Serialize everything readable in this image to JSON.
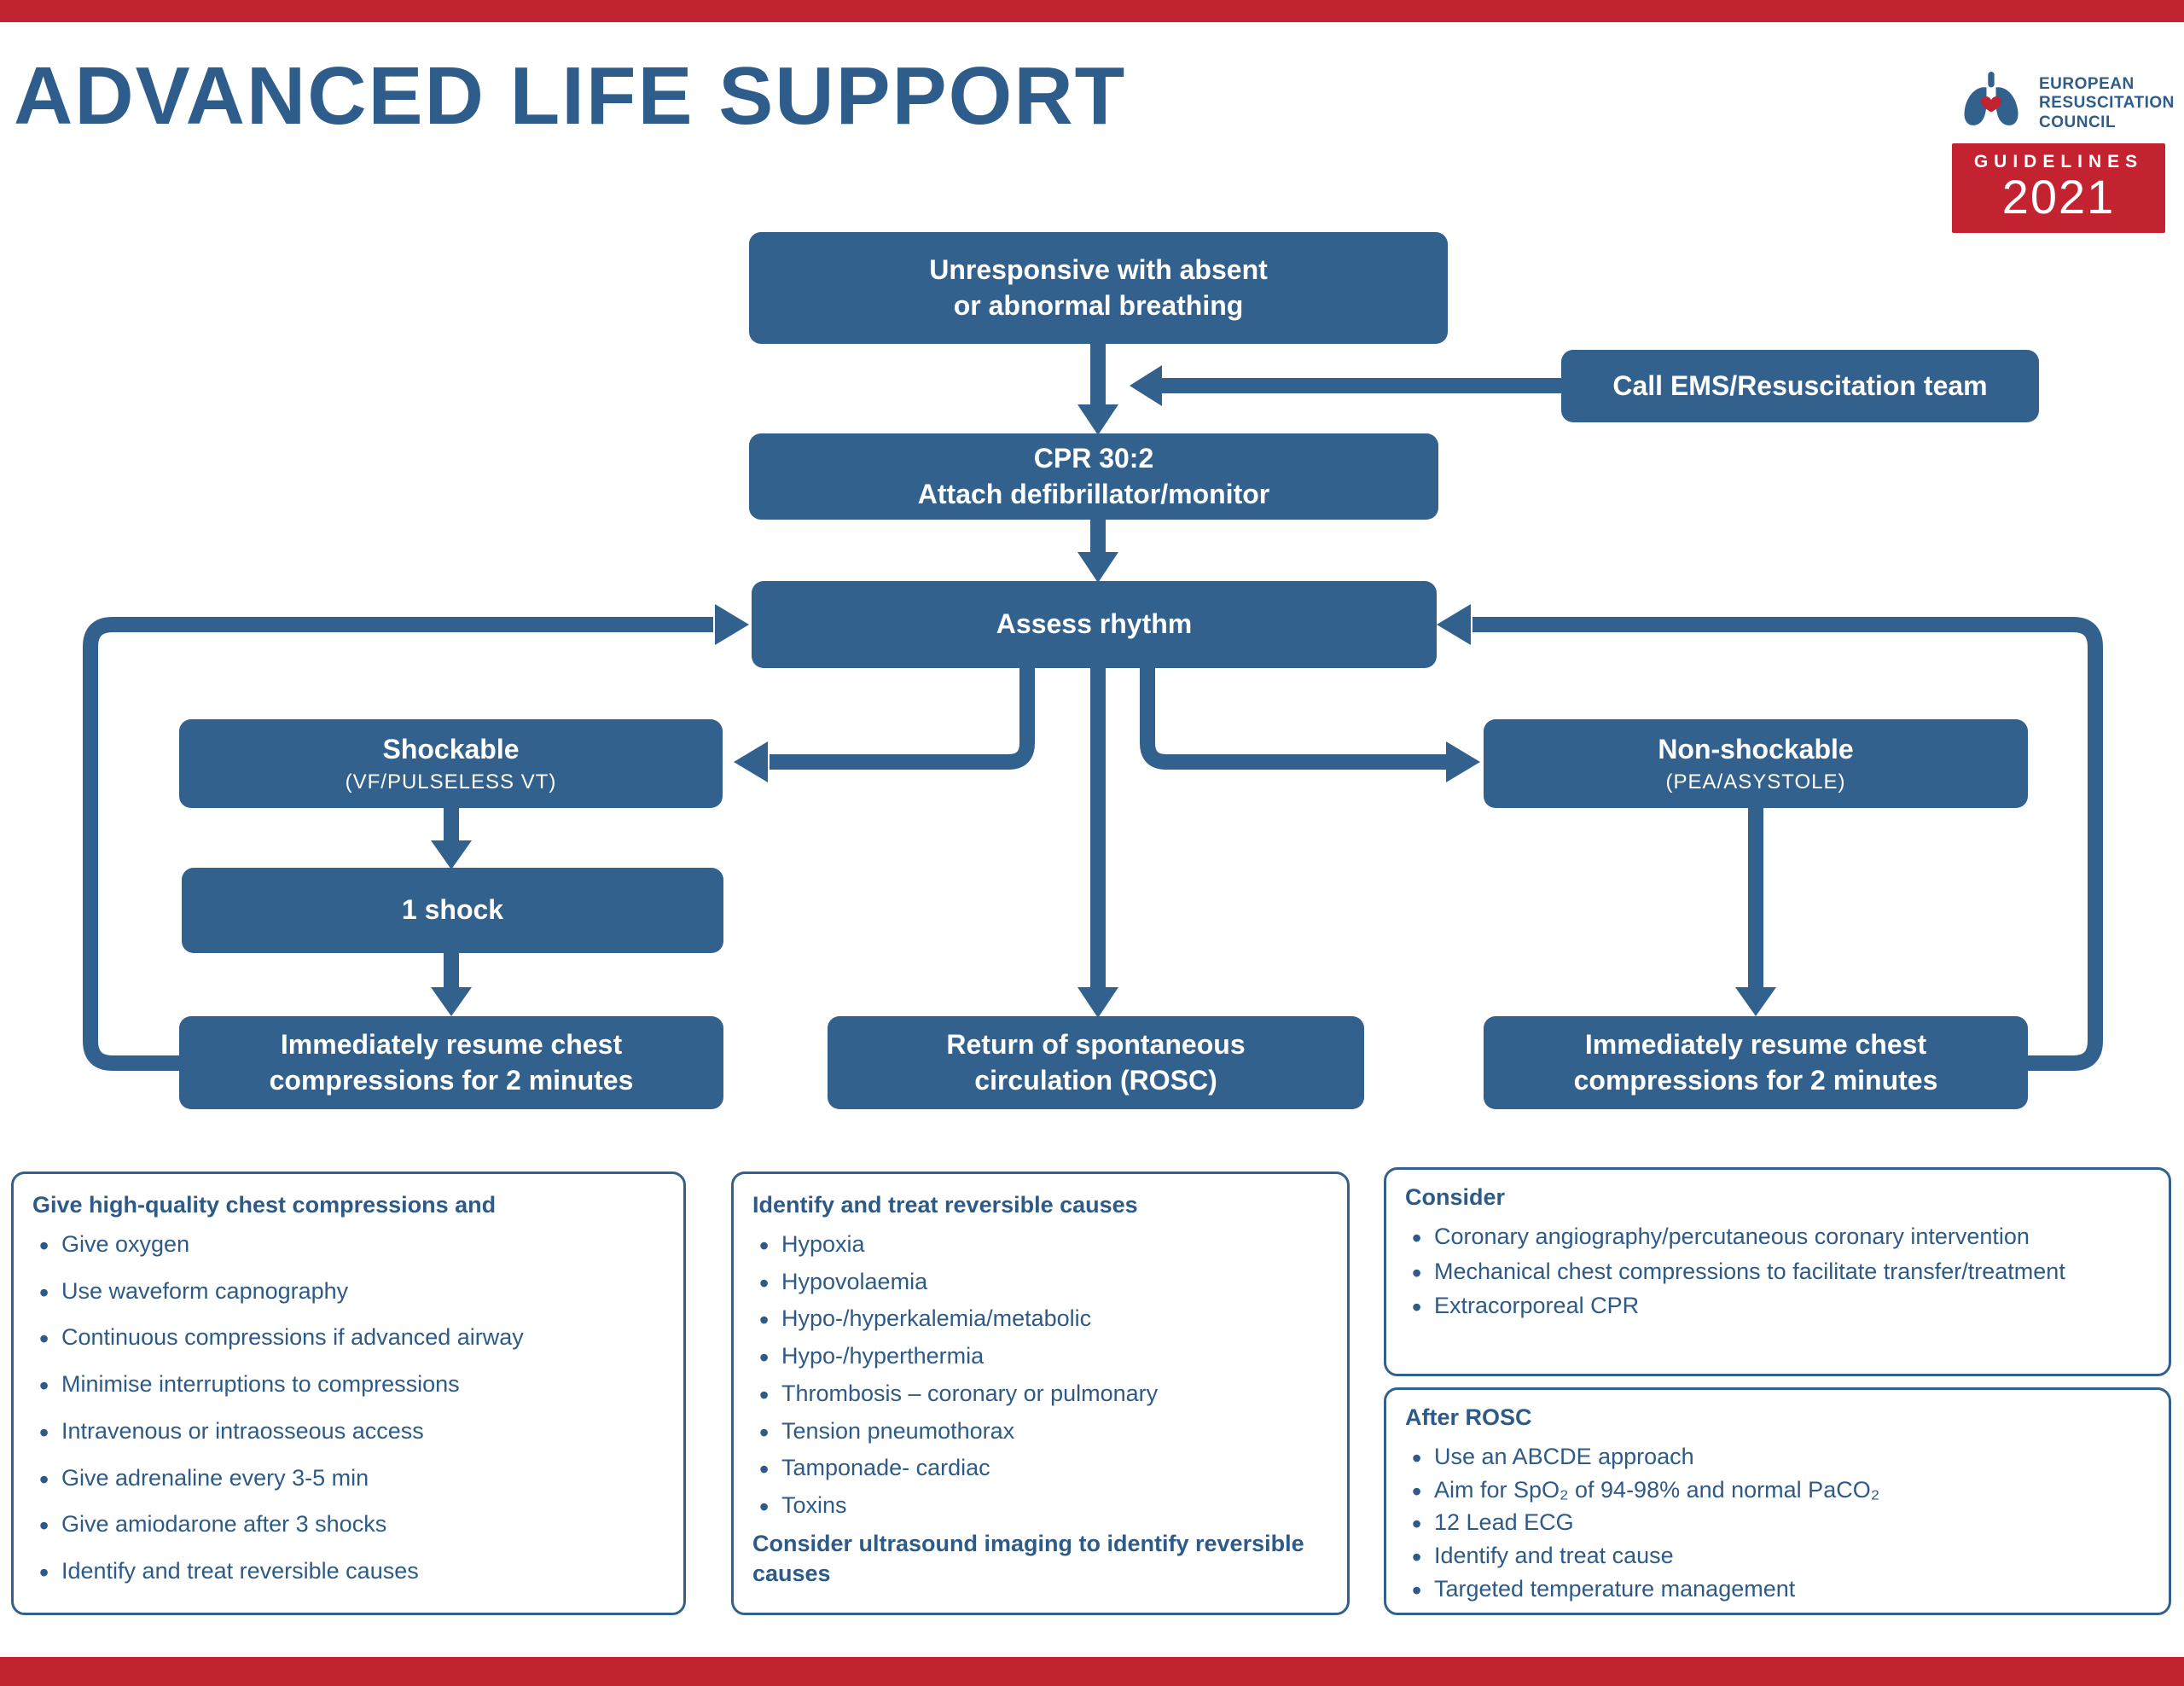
{
  "title": "ADVANCED LIFE SUPPORT",
  "colors": {
    "blue": "#33618e",
    "red": "#c32230"
  },
  "brand": {
    "org_lines": [
      "EUROPEAN",
      "RESUSCITATION",
      "COUNCIL"
    ],
    "guidelines_label": "GUIDELINES",
    "year": "2021"
  },
  "flowchart": {
    "unresponsive": {
      "line1": "Unresponsive with absent",
      "line2": "or abnormal breathing"
    },
    "call_ems": "Call EMS/Resuscitation team",
    "cpr": {
      "line1": "CPR 30:2",
      "line2": "Attach defibrillator/monitor"
    },
    "assess": "Assess rhythm",
    "shockable": {
      "title": "Shockable",
      "subtitle": "(VF/PULSELESS VT)"
    },
    "nonshockable": {
      "title": "Non-shockable",
      "subtitle": "(PEA/ASYSTOLE)"
    },
    "one_shock": "1 shock",
    "resume_left": {
      "line1": "Immediately resume chest",
      "line2": "compressions for 2 minutes"
    },
    "rosc": {
      "line1": "Return of spontaneous",
      "line2": "circulation (ROSC)"
    },
    "resume_right": {
      "line1": "Immediately resume chest",
      "line2": "compressions for 2 minutes"
    }
  },
  "panels": {
    "compressions": {
      "heading": "Give high-quality chest compressions and",
      "items": [
        "Give oxygen",
        "Use waveform capnography",
        "Continuous compressions if advanced airway",
        "Minimise interruptions to compressions",
        "Intravenous or intraosseous access",
        "Give adrenaline every 3-5 min",
        "Give amiodarone after 3 shocks",
        "Identify and treat reversible causes"
      ]
    },
    "reversible_causes": {
      "heading": "Identify and treat reversible causes",
      "items": [
        "Hypoxia",
        "Hypovolaemia",
        "Hypo-/hyperkalemia/metabolic",
        "Hypo-/hyperthermia",
        "Thrombosis – coronary or pulmonary",
        "Tension pneumothorax",
        "Tamponade- cardiac",
        "Toxins"
      ],
      "footer": "Consider ultrasound imaging to identify reversible causes"
    },
    "consider": {
      "heading": "Consider",
      "items": [
        "Coronary angiography/percutaneous coronary intervention",
        "Mechanical chest compressions to facilitate transfer/treatment",
        "Extracorporeal CPR"
      ]
    },
    "after_rosc": {
      "heading": "After ROSC",
      "items": [
        "Use an ABCDE approach",
        "Aim for SpO₂ of 94-98% and normal PaCO₂",
        "12 Lead ECG",
        "Identify and treat cause",
        "Targeted temperature management"
      ]
    }
  }
}
